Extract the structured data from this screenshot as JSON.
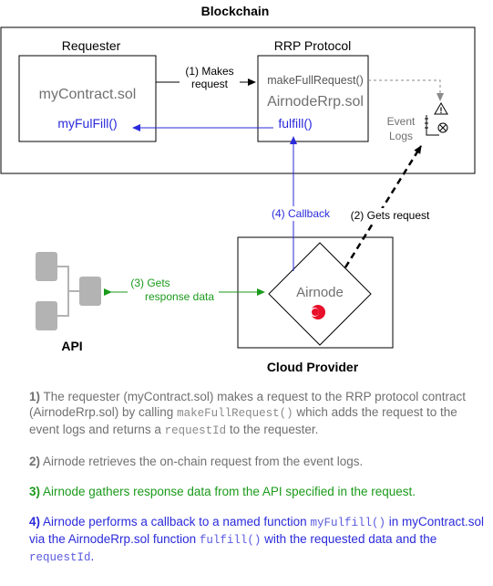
{
  "blockchain": {
    "title": "Blockchain"
  },
  "requester": {
    "title": "Requester",
    "contract": "myContract.sol",
    "function": "myFulFill()"
  },
  "rrp": {
    "title": "RRP Protocol",
    "make_request": "makeFullRequest()",
    "contract": "AirnodeRrp.sol",
    "fulfill": "fulfill()"
  },
  "event_logs": {
    "line1": "Event",
    "line2": "Logs"
  },
  "arrows": {
    "makes_request_1": "(1) Makes",
    "makes_request_2": "request",
    "callback": "(4) Callback",
    "gets_request": "(2) Gets request",
    "gets_response_1": "(3) Gets",
    "gets_response_2": "response data"
  },
  "cloud": {
    "title": "Cloud Provider",
    "airnode": "Airnode"
  },
  "api": {
    "label": "API"
  },
  "colors": {
    "blue": "#2a2adb",
    "green": "#1a9a1a",
    "gray": "#707070",
    "api_gray": "#b3b3b3",
    "airnode_red": "#e8102a"
  },
  "notes": {
    "n1": {
      "num": "1)",
      "t1": " The requester (myContract.sol) makes a request to the RRP protocol contract (AirnodeRrp.sol) by calling ",
      "c1": "makeFullRequest()",
      "t2": " which adds the request to the event logs and returns a ",
      "c2": "requestId",
      "t3": " to the requester."
    },
    "n2": {
      "num": "2)",
      "t1": " Airnode retrieves the on-chain request from the event logs."
    },
    "n3": {
      "num": "3)",
      "t1": " Airnode gathers response data from the API specified in the request."
    },
    "n4": {
      "num": "4)",
      "t1": " Airnode performs a callback to a named function ",
      "c1": "myFulfill()",
      "t2": " in myContract.sol via the AirnodeRrp.sol function ",
      "c2": "fulfill()",
      "t3": " with the requested data and the ",
      "c3": "requestId",
      "t4": "."
    }
  }
}
